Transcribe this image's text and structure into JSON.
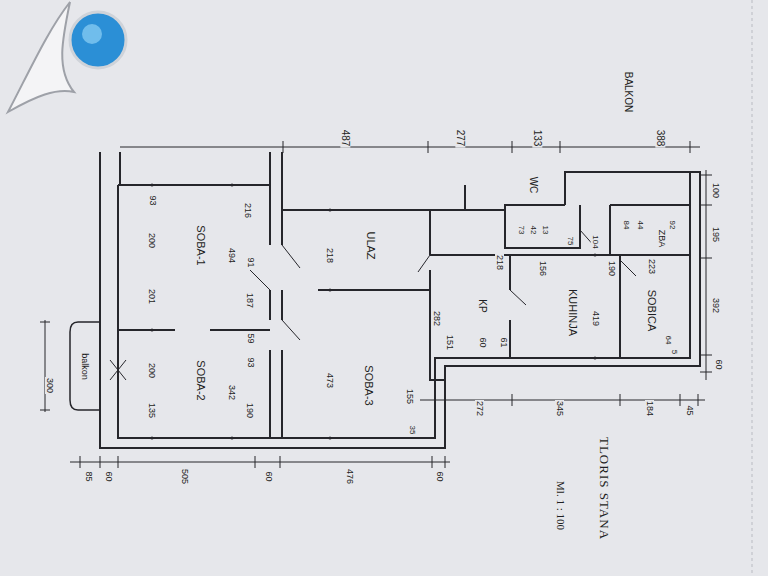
{
  "diagram": {
    "title": "TLORIS STANA",
    "labels": [
      "BALKON",
      "487",
      "277",
      "133",
      "388",
      "WC",
      "73",
      "42",
      "13",
      "75",
      "104",
      "84",
      "44",
      "92",
      "ZBA",
      "100",
      "195",
      "392",
      "60",
      "93",
      "216",
      "200",
      "SOBA-1",
      "494",
      "91",
      "201",
      "187",
      "59",
      "93",
      "200",
      "SOBA-2",
      "342",
      "135",
      "190",
      "300",
      "balkon",
      "ULAZ",
      "218",
      "218",
      "156",
      "190",
      "KUHINJA",
      "419",
      "SOBICA",
      "223",
      "64",
      "5",
      "KP",
      "282",
      "151",
      "60",
      "61",
      "SOBA-3",
      "473",
      "155",
      "35",
      "272",
      "345",
      "184",
      "45",
      "85",
      "60",
      "505",
      "60",
      "476",
      "60",
      "Ml. 1 : 100"
    ]
  }
}
